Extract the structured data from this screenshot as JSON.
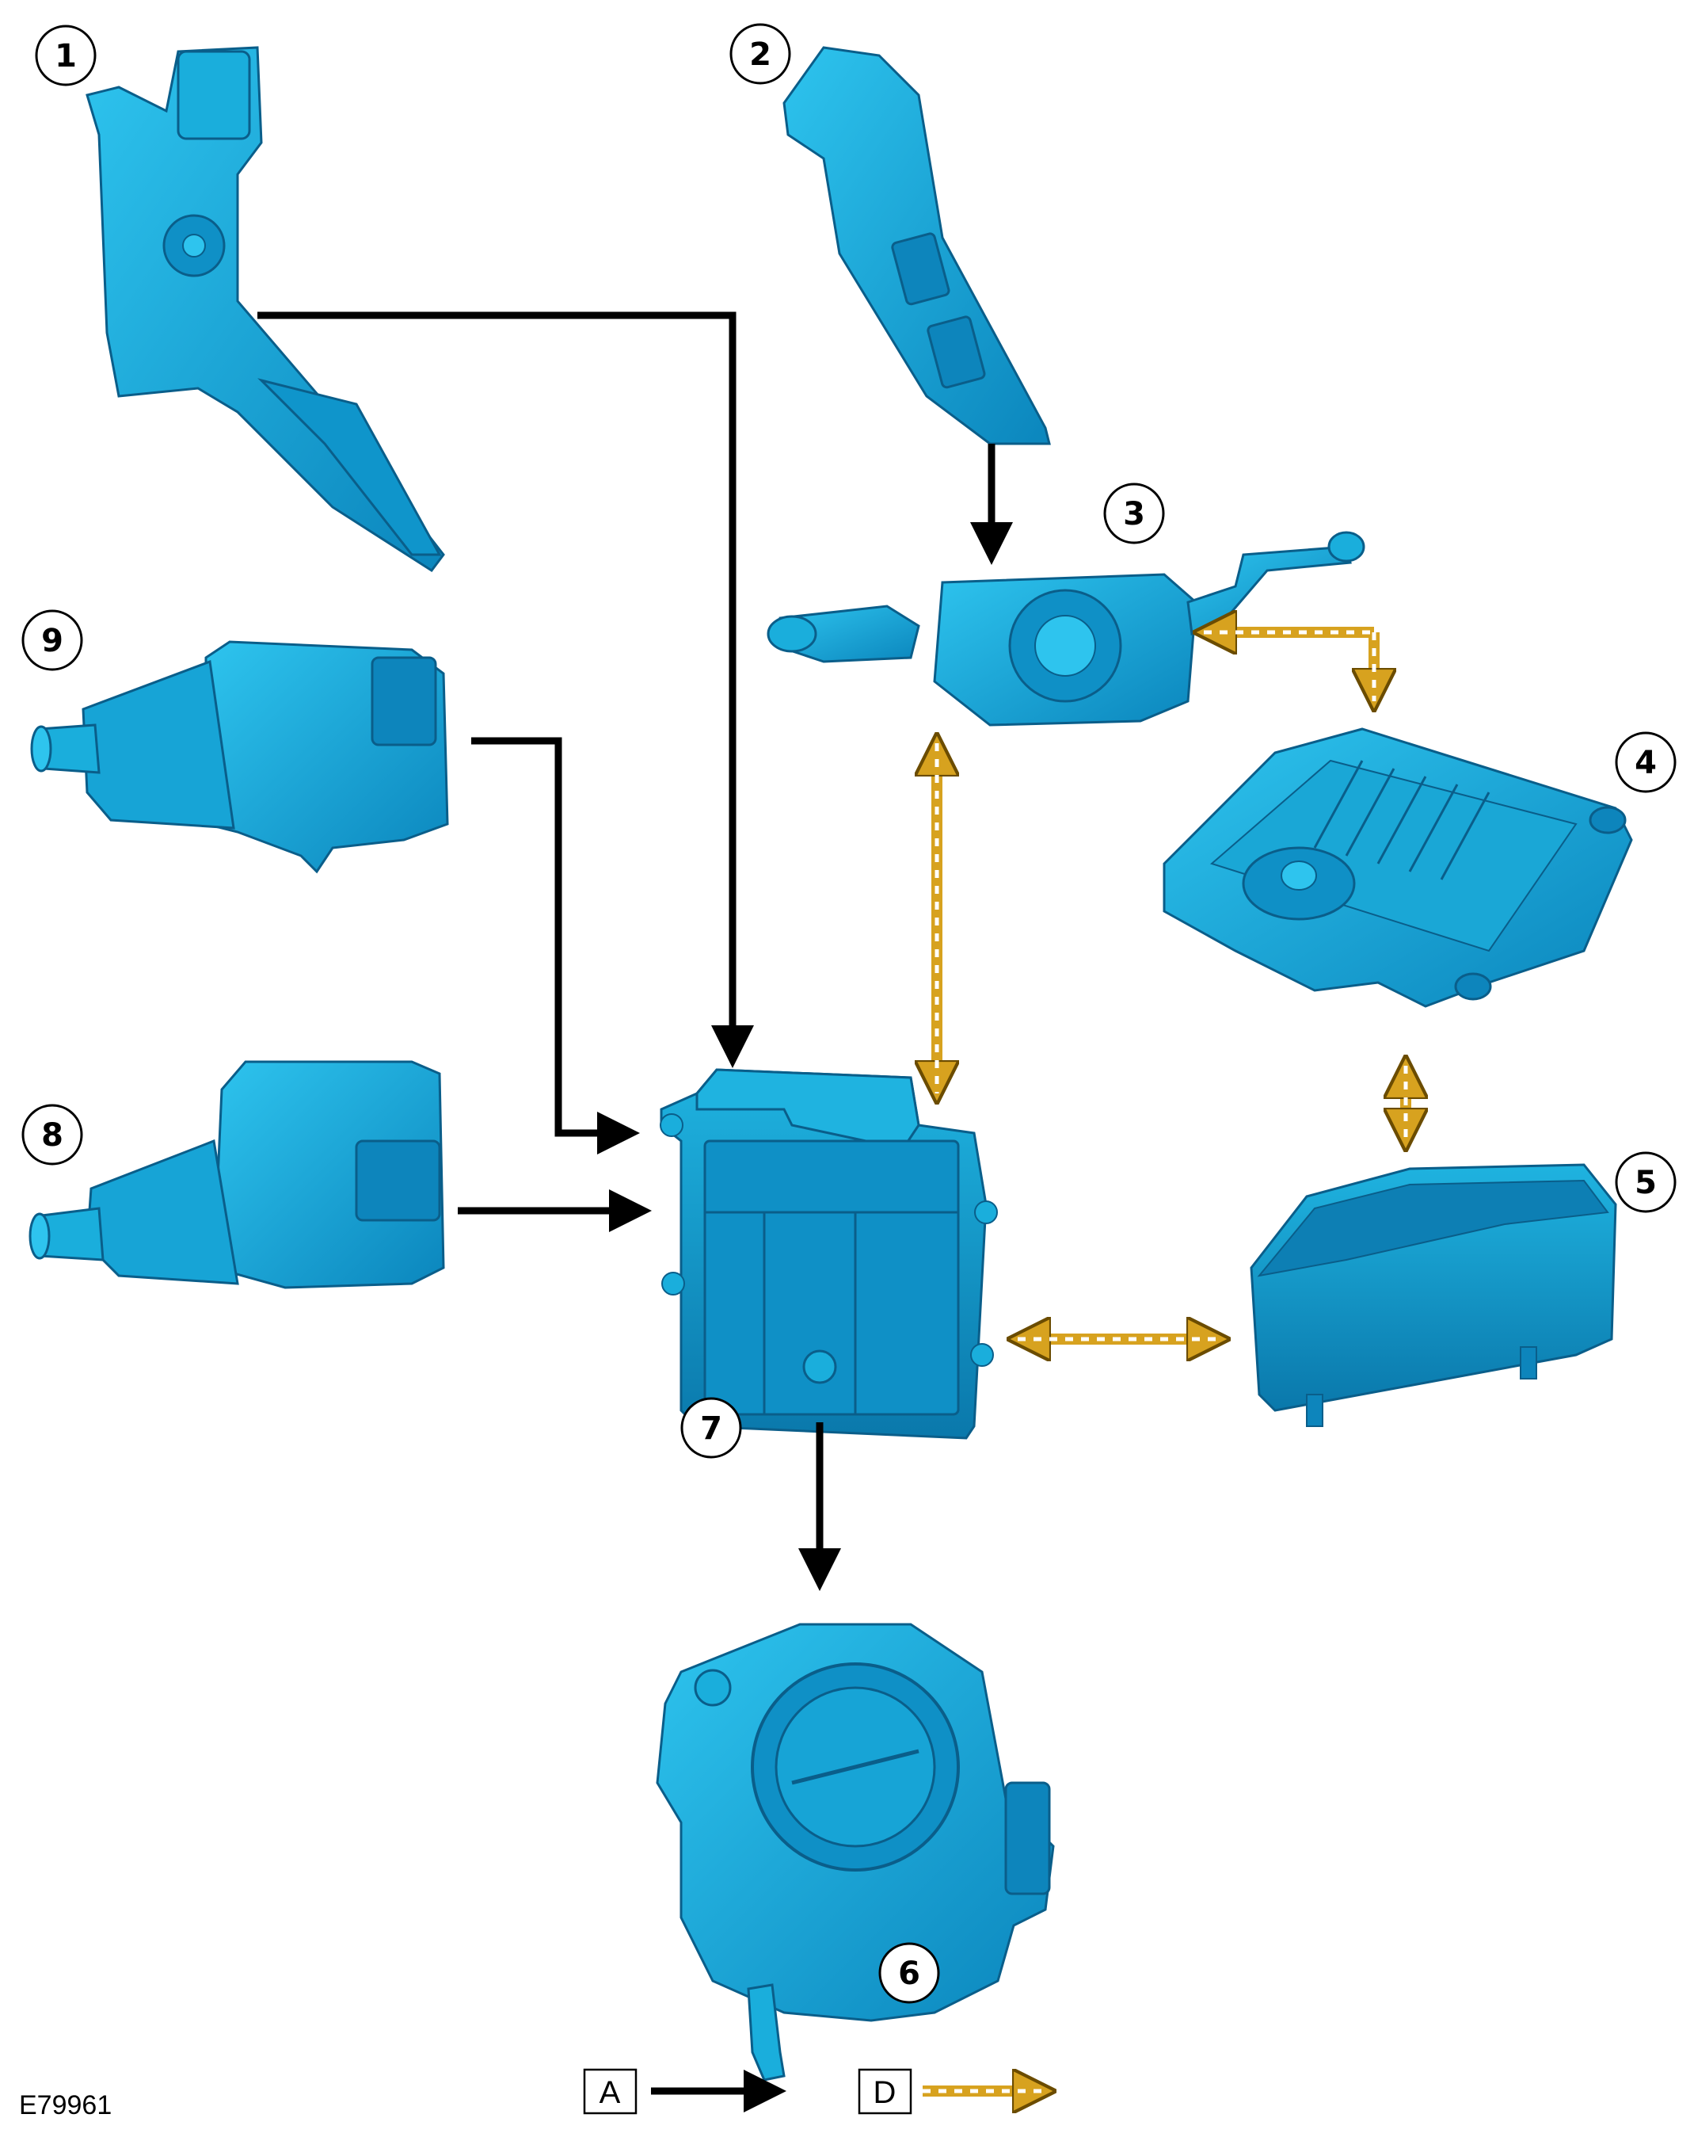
{
  "diagram": {
    "figure_id": "E79961",
    "callouts": {
      "c1": "1",
      "c2": "2",
      "c3": "3",
      "c4": "4",
      "c5": "5",
      "c6": "6",
      "c7": "7",
      "c8": "8",
      "c9": "9"
    },
    "legend": {
      "a_label": "A",
      "d_label": "D"
    },
    "colors": {
      "component_fill": "#15a9d8",
      "component_dark": "#0d7fb4",
      "signal_arrow": "#000000",
      "network_arrow": "#d7a21f"
    }
  }
}
